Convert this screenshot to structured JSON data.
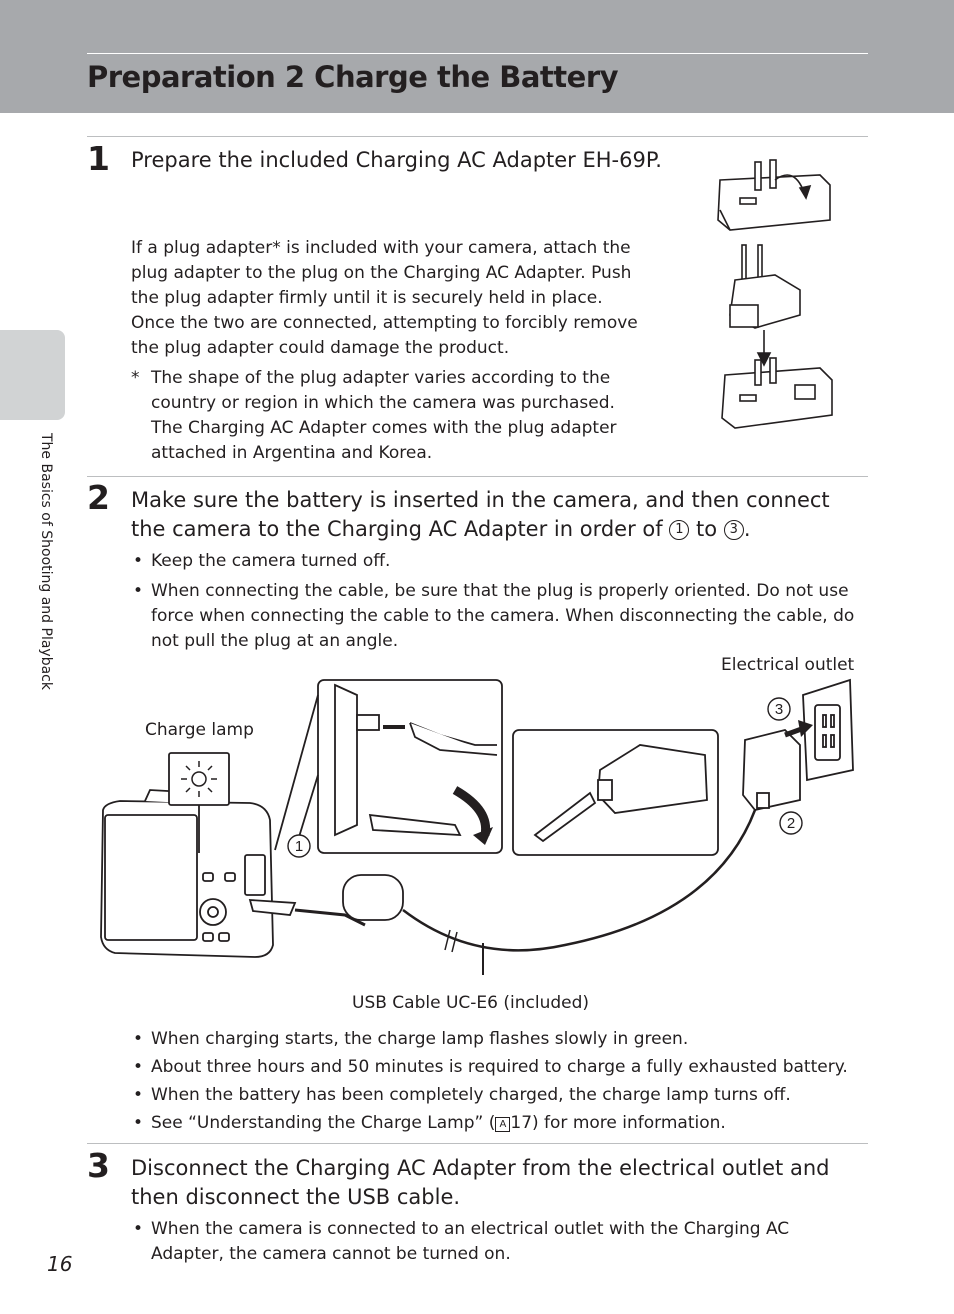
{
  "header": {
    "title": "Preparation 2 Charge the Battery"
  },
  "side_label": "The Basics of Shooting and Playback",
  "page_number": "16",
  "step1": {
    "number": "1",
    "heading": "Prepare the included Charging AC Adapter EH-69P.",
    "paragraph": "If a plug adapter* is included with your camera, attach the plug adapter to the plug on the Charging AC Adapter. Push the plug adapter firmly until it is securely held in place. Once the two are connected, attempting to forcibly remove the plug adapter could damage the product.",
    "note_mark": "*",
    "note": "The shape of the plug adapter varies according to the country or region in which the camera was purchased. The Charging AC Adapter comes with the plug adapter attached in Argentina and Korea."
  },
  "step2": {
    "number": "2",
    "heading_part1": "Make sure the battery is inserted in the camera, and then connect the camera to the Charging AC Adapter in order of",
    "circle_start": "1",
    "heading_to": "to",
    "circle_end": "3",
    "heading_end": ".",
    "bullets": [
      "Keep the camera turned off.",
      "When connecting the cable, be sure that the plug is properly oriented. Do not use force when connecting the cable to the camera. When disconnecting the cable, do not pull the plug at an angle."
    ],
    "figure_labels": {
      "outlet": "Electrical outlet",
      "charge_lamp": "Charge lamp",
      "usb_cable": "USB Cable UC-E6 (included)",
      "callout1": "1",
      "callout2": "2",
      "callout3": "3"
    },
    "after_bullets": [
      "When charging starts, the charge lamp flashes slowly in green.",
      "About three hours and 50 minutes is required to charge a fully exhausted battery.",
      "When the battery has been completely charged, the charge lamp turns off."
    ],
    "ref_bullet_pre": "See “Understanding the Charge Lamp” (",
    "ref_icon": "A",
    "ref_bullet_post": "17) for more information."
  },
  "step3": {
    "number": "3",
    "heading": "Disconnect the Charging AC Adapter from the electrical outlet and then disconnect the USB cable.",
    "bullets": [
      "When the camera is connected to an electrical outlet with the Charging AC Adapter, the camera cannot be turned on."
    ]
  }
}
